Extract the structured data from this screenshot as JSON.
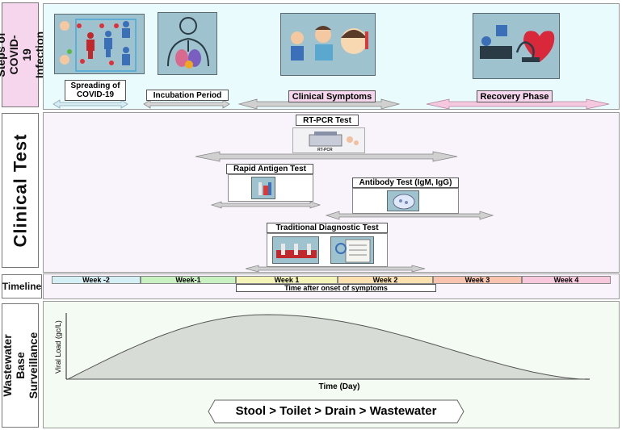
{
  "sections": {
    "steps": "Steps of COVID-19 Infection",
    "clinical": "Clinical Test",
    "timeline": "Timeline",
    "wastewater": "Wastewater Base Surveillance"
  },
  "steps": {
    "spreading": "Spreading of COVID-19",
    "incubation": "Incubation Period",
    "symptoms": "Clinical Symptoms",
    "recovery": "Recovery Phase"
  },
  "tests": {
    "rtpcr": "RT-PCR Test",
    "rtpcr_device": "RT-PCR",
    "rapid": "Rapid Antigen Test",
    "antibody": "Antibody Test (IgM, IgG)",
    "traditional": "Traditional Diagnostic Test"
  },
  "timeline": {
    "weeks": [
      "Week -2",
      "Week-1",
      "Week 1",
      "Week 2",
      "Week 3",
      "Week 4"
    ],
    "week_colors": [
      "#d4f0f4",
      "#c8f0c0",
      "#f4f4b8",
      "#fbe0b0",
      "#f8c4b0",
      "#f8c8dc"
    ],
    "caption": "Time after onset of symptoms"
  },
  "chart_data": {
    "type": "area",
    "xlabel": "Time (Day)",
    "ylabel": "Viral Load (gc/L)",
    "shape": "single-peak curve rising from zero, peaking near the middle, then declining toward zero"
  },
  "flow": "Stool > Toilet > Drain > Wastewater",
  "colors": {
    "steps_bg": "#e9fbfc",
    "clinical_bg": "#f9f4fb",
    "timeline_bg": "#f9f4fb",
    "wastewater_bg": "#f4fbf2",
    "label_pink": "#f5d6ec",
    "image_blue": "#9ec3cf",
    "arrow_gray": "#d0d0d0"
  }
}
